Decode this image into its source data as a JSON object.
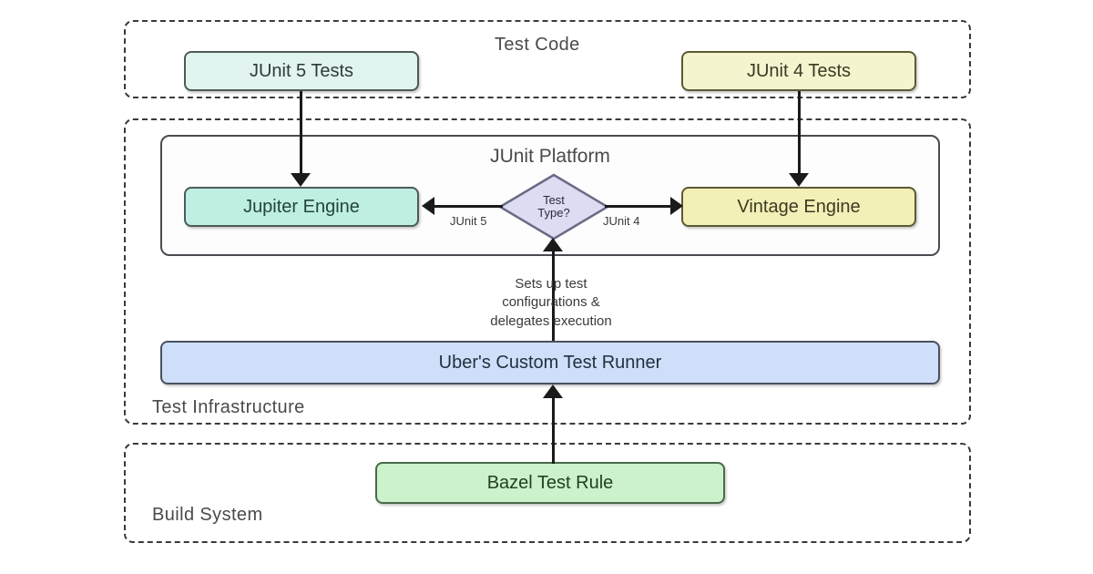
{
  "diagram": {
    "title": "JUnit test execution architecture at Uber",
    "background": "#ffffff",
    "groups": [
      {
        "id": "test-code",
        "label": "Test Code"
      },
      {
        "id": "test-infrastructure",
        "label": "Test Infrastructure"
      },
      {
        "id": "build-system",
        "label": "Build System"
      }
    ],
    "panels": [
      {
        "id": "junit-platform",
        "label": "JUnit Platform"
      }
    ],
    "nodes": [
      {
        "id": "junit5-tests",
        "label": "JUnit 5 Tests",
        "fill": "#e2f4ef",
        "stroke": "#4d5b57"
      },
      {
        "id": "junit4-tests",
        "label": "JUnit 4 Tests",
        "fill": "#f4f4cf",
        "stroke": "#5c5a33"
      },
      {
        "id": "jupiter-engine",
        "label": "Jupiter Engine",
        "fill": "#bfeee2",
        "stroke": "#4d5b57"
      },
      {
        "id": "vintage-engine",
        "label": "Vintage Engine",
        "fill": "#f2f0b6",
        "stroke": "#5c5a33"
      },
      {
        "id": "test-type",
        "label_line1": "Test",
        "label_line2": "Type?",
        "fill": "#dcdcf2",
        "stroke": "#6a6a86"
      },
      {
        "id": "custom-runner",
        "label": "Uber's Custom Test Runner",
        "fill": "#cfdffa",
        "stroke": "#4a5160"
      },
      {
        "id": "bazel-test-rule",
        "label": "Bazel Test Rule",
        "fill": "#cbf2cb",
        "stroke": "#4a6a4a"
      }
    ],
    "edge_labels": {
      "to_jupiter": "JUnit 5",
      "to_vintage": "JUnit 4"
    },
    "notes": {
      "runner_to_platform_line1": "Sets up test",
      "runner_to_platform_line2": "configurations &",
      "runner_to_platform_line3": "delegates execution"
    }
  }
}
